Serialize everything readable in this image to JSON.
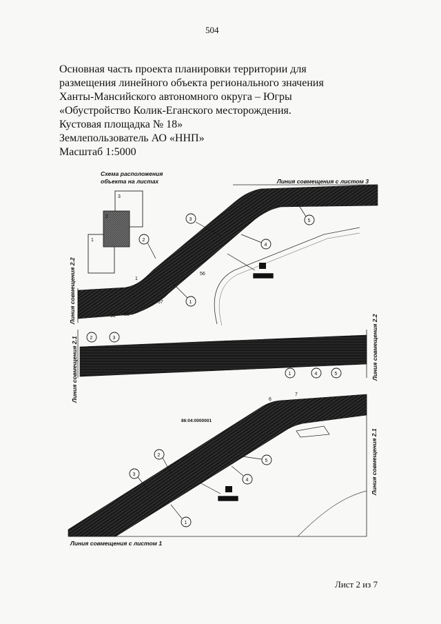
{
  "document": {
    "page_number": "504",
    "heading_lines": [
      "Основная часть проекта планировки территории для",
      "размещения линейного объекта регионального значения",
      "Ханты-Мансийского автономного округа – Югры",
      "«Обустройство Колик-Еганского месторождения.",
      "Кустовая площадка № 18»",
      "Землепользователь АО «ННП»",
      "Масштаб 1:5000"
    ],
    "sheet_label": "Лист 2 из 7"
  },
  "plan": {
    "scheme_caption": [
      "Схема расположения",
      "объекта на листах"
    ],
    "scheme_sheets": [
      "1",
      "2",
      "3"
    ],
    "match_line_sheet3": "Линия совмещения с листом 3",
    "match_line_sheet1": "Линия совмещения с листом 1",
    "match_line_2_1": "Линия совмещения 2.1",
    "match_line_2_2": "Линия совмещения 2.2",
    "cadastral_number": "86:04:0000001",
    "callouts": [
      "1",
      "2",
      "3",
      "4",
      "5"
    ],
    "points": [
      "6",
      "7"
    ]
  }
}
